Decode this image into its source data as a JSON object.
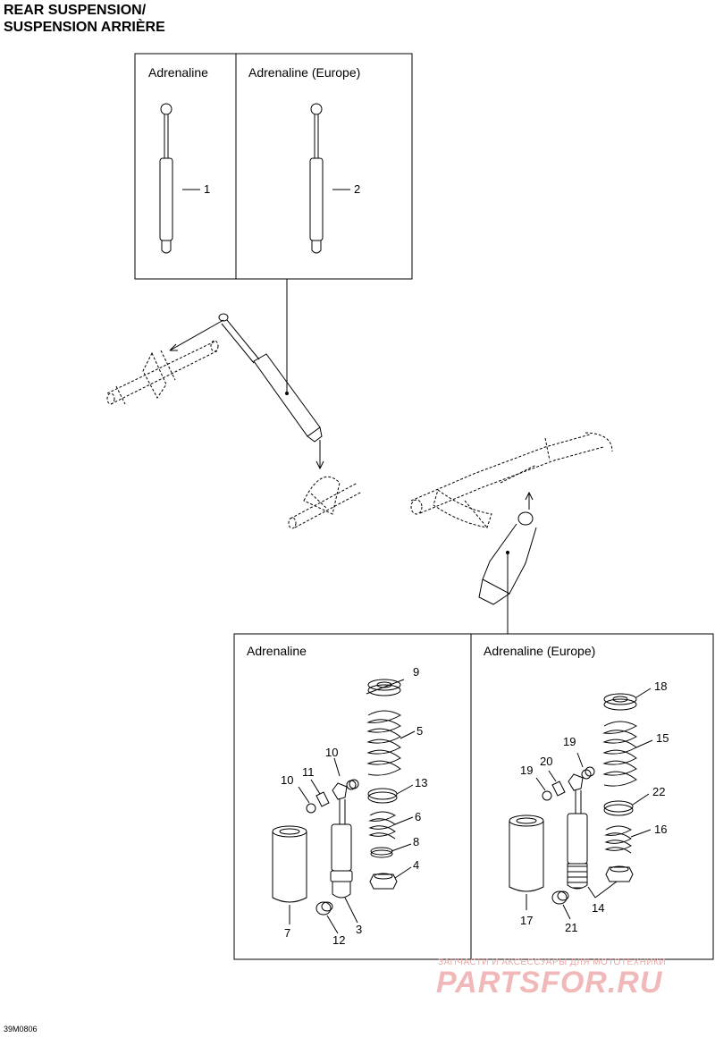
{
  "title": {
    "line1": "REAR SUSPENSION/",
    "line2": "SUSPENSION ARRIÈRE"
  },
  "top_box": {
    "left_header": "Adrenaline",
    "right_header": "Adrenaline (Europe)",
    "callouts": [
      "1",
      "2"
    ]
  },
  "bottom_box": {
    "left_header": "Adrenaline",
    "right_header": "Adrenaline (Europe)",
    "left_callouts": [
      "9",
      "5",
      "10",
      "11",
      "10",
      "13",
      "6",
      "8",
      "4",
      "7",
      "12",
      "3"
    ],
    "right_callouts": [
      "18",
      "15",
      "19",
      "20",
      "19",
      "22",
      "16",
      "17",
      "21",
      "14"
    ]
  },
  "doc_code": "39M0806",
  "watermark": {
    "small": "ЗАПЧАСТИ И АКСЕССУАРЫ ДЛЯ МОТОТЕХНИКИ",
    "big": "PARTSFOR.RU"
  }
}
